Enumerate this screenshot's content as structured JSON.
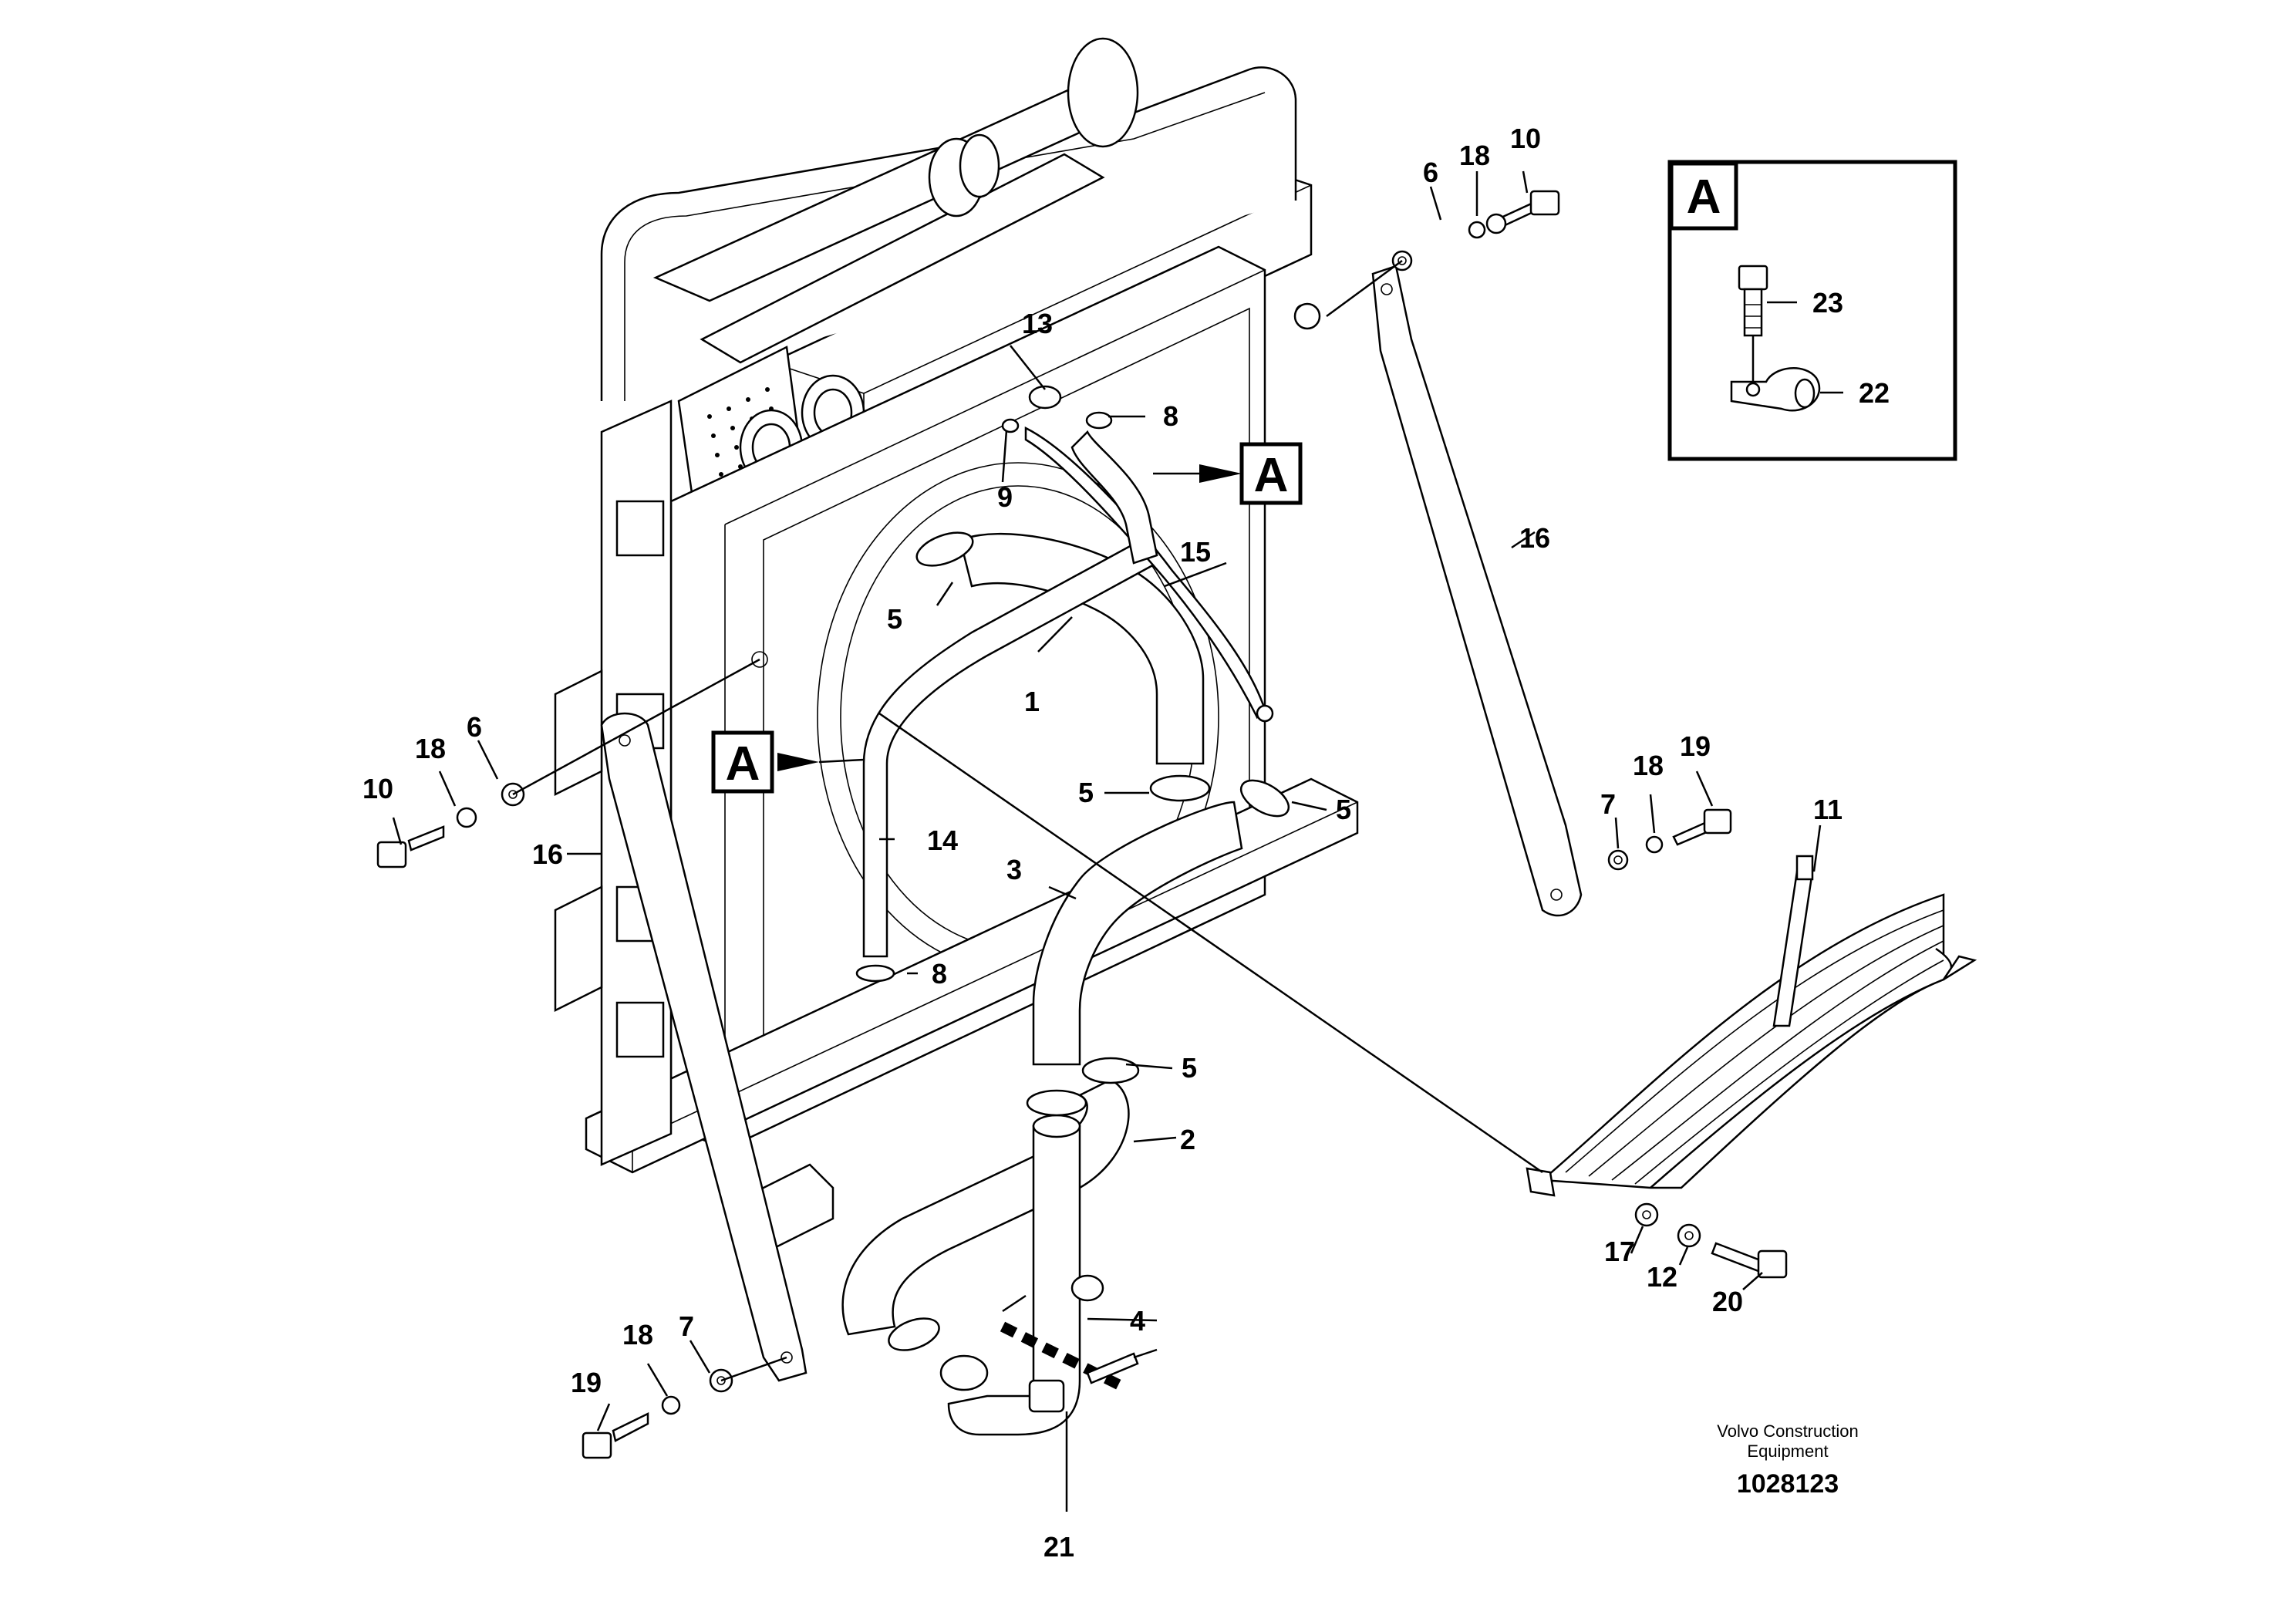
{
  "callouts": [
    {
      "id": "c1",
      "label": "1"
    },
    {
      "id": "c2",
      "label": "2"
    },
    {
      "id": "c3",
      "label": "3"
    },
    {
      "id": "c4",
      "label": "4"
    },
    {
      "id": "c5a",
      "label": "5"
    },
    {
      "id": "c5b",
      "label": "5"
    },
    {
      "id": "c5c",
      "label": "5"
    },
    {
      "id": "c5d",
      "label": "5"
    },
    {
      "id": "c6a",
      "label": "6"
    },
    {
      "id": "c6b",
      "label": "6"
    },
    {
      "id": "c7a",
      "label": "7"
    },
    {
      "id": "c7b",
      "label": "7"
    },
    {
      "id": "c8a",
      "label": "8"
    },
    {
      "id": "c8b",
      "label": "8"
    },
    {
      "id": "c9",
      "label": "9"
    },
    {
      "id": "c10a",
      "label": "10"
    },
    {
      "id": "c10b",
      "label": "10"
    },
    {
      "id": "c11",
      "label": "11"
    },
    {
      "id": "c12",
      "label": "12"
    },
    {
      "id": "c13",
      "label": "13"
    },
    {
      "id": "c14",
      "label": "14"
    },
    {
      "id": "c15",
      "label": "15"
    },
    {
      "id": "c16a",
      "label": "16"
    },
    {
      "id": "c16b",
      "label": "16"
    },
    {
      "id": "c17",
      "label": "17"
    },
    {
      "id": "c18a",
      "label": "18"
    },
    {
      "id": "c18b",
      "label": "18"
    },
    {
      "id": "c18c",
      "label": "18"
    },
    {
      "id": "c19a",
      "label": "19"
    },
    {
      "id": "c19b",
      "label": "19"
    },
    {
      "id": "c20",
      "label": "20"
    },
    {
      "id": "c21",
      "label": "21"
    },
    {
      "id": "c22",
      "label": "22"
    },
    {
      "id": "c23",
      "label": "23"
    }
  ],
  "detail_refs": {
    "a1": "A",
    "a2": "A",
    "box": "A"
  },
  "footer": {
    "credit_line1": "Volvo Construction",
    "credit_line2": "Equipment",
    "drawing_number": "1028123"
  }
}
